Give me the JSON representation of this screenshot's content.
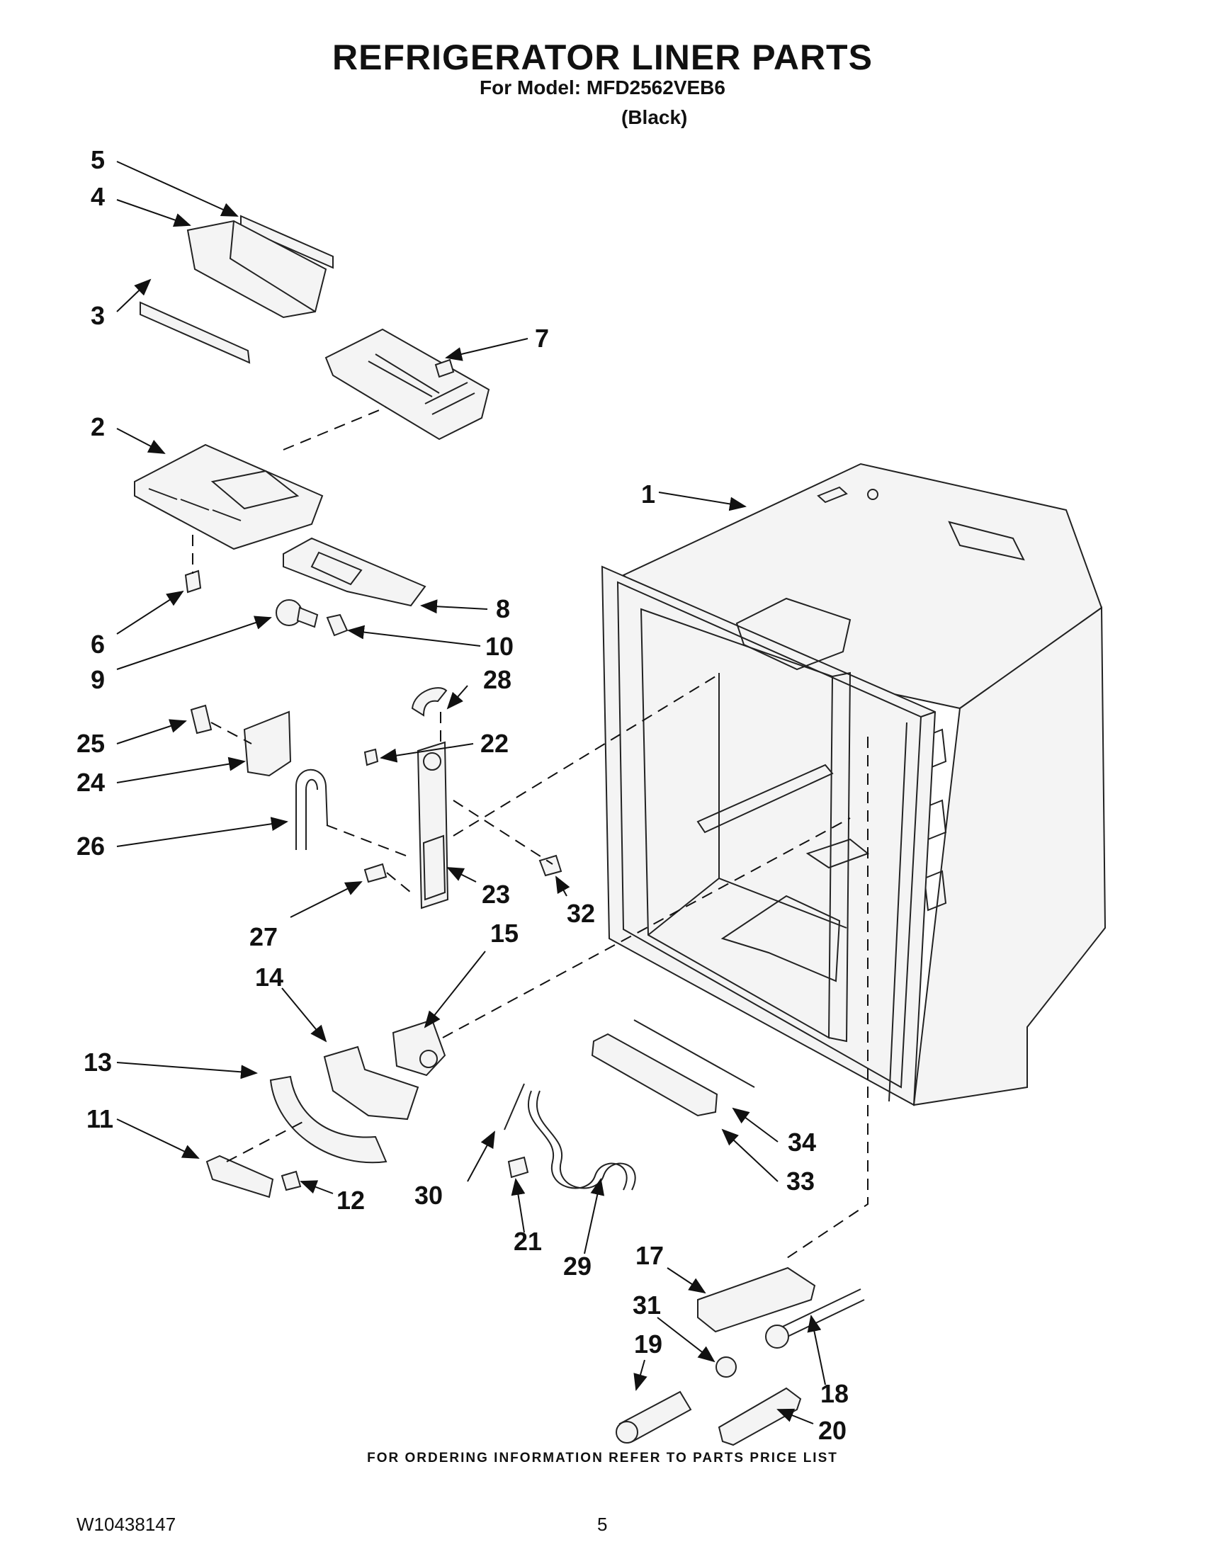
{
  "header": {
    "title": "REFRIGERATOR LINER PARTS",
    "subtitle": "For Model: MFD2562VEB6",
    "color_note": "(Black)"
  },
  "footer": {
    "note": "FOR ORDERING INFORMATION REFER TO PARTS PRICE LIST",
    "doc_number": "W10438147",
    "page": "5"
  },
  "callouts": [
    "1",
    "2",
    "3",
    "4",
    "5",
    "6",
    "7",
    "8",
    "9",
    "10",
    "11",
    "12",
    "13",
    "14",
    "15",
    "17",
    "18",
    "19",
    "20",
    "21",
    "22",
    "23",
    "24",
    "25",
    "26",
    "27",
    "28",
    "29",
    "30",
    "31",
    "32",
    "33",
    "34"
  ]
}
